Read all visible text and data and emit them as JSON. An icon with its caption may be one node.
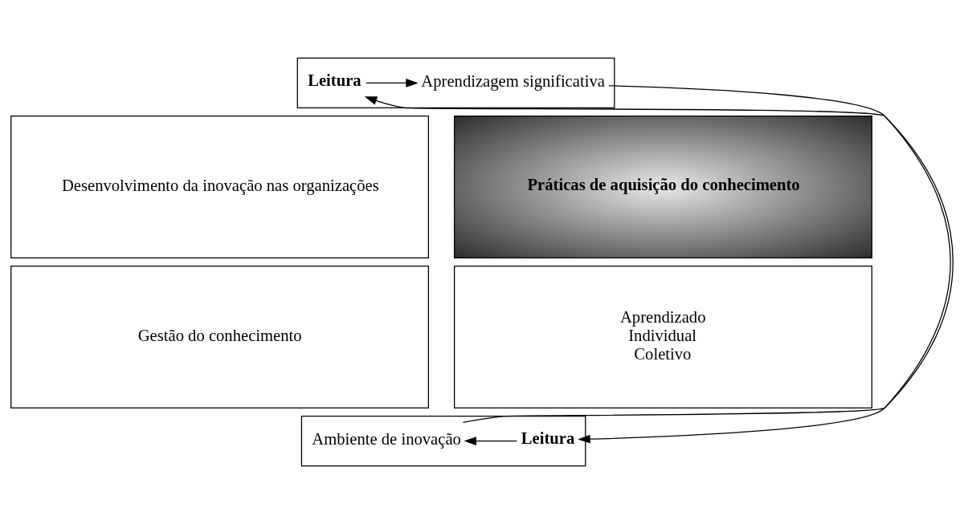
{
  "diagram": {
    "nodes": [
      {
        "text": [],
        "shape": "box"
      },
      {
        "text": [
          "Leitura"
        ],
        "in": 0
      },
      {
        "text": [
          "Aprendizagem significativa"
        ],
        "in": 0
      },
      {
        "text": [
          "Desenvolvimento da inovação nas organizações"
        ]
      },
      {
        "text": [
          "Práticas de aquisição do conhecimento"
        ]
      },
      {
        "text": [
          "Gestão do conhecimento"
        ]
      },
      {
        "text": [
          "Aprendizado",
          "Individual",
          "Coletivo"
        ]
      },
      {
        "text": [],
        "shape": "box"
      },
      {
        "text": [
          "Ambiente de inovação"
        ],
        "in": 7
      },
      {
        "text": [
          "Leitura"
        ],
        "in": 7
      }
    ],
    "edges": [
      {
        "from": 1,
        "to": 2,
        "arrow": "to"
      },
      {
        "from": 2,
        "to": 9,
        "arrow": "to"
      },
      {
        "from": 9,
        "to": 8,
        "arrow": "to"
      },
      {
        "from": 8,
        "to": 1,
        "arrow": "to"
      }
    ]
  }
}
